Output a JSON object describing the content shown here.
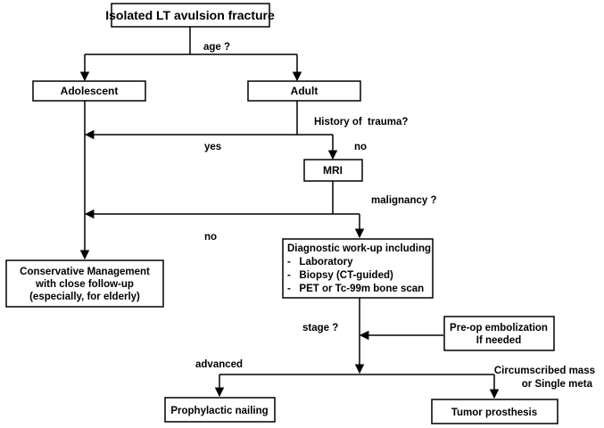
{
  "boxes": {
    "root": "Isolated LT avulsion fracture",
    "adolescent": "Adolescent",
    "adult": "Adult",
    "mri": "MRI",
    "conservative": [
      "Conservative Management",
      "with close follow-up",
      "(especially, for elderly)"
    ],
    "workup": [
      "Diagnostic work-up including",
      "-   Laboratory",
      "-   Biopsy (CT-guided)",
      "-   PET or Tc-99m bone scan"
    ],
    "embolization": [
      "Pre-op embolization",
      "If needed"
    ],
    "nailing": "Prophylactic nailing",
    "prosthesis": "Tumor prosthesis"
  },
  "labels": {
    "age": "age ?",
    "trauma": "History of  trauma?",
    "yes": "yes",
    "no_trauma": "no",
    "malignancy": "malignancy ?",
    "no_malignancy": "no",
    "stage": "stage ?",
    "advanced": "advanced",
    "circumscribed": [
      "Circumscribed mass",
      "or Single meta"
    ]
  }
}
